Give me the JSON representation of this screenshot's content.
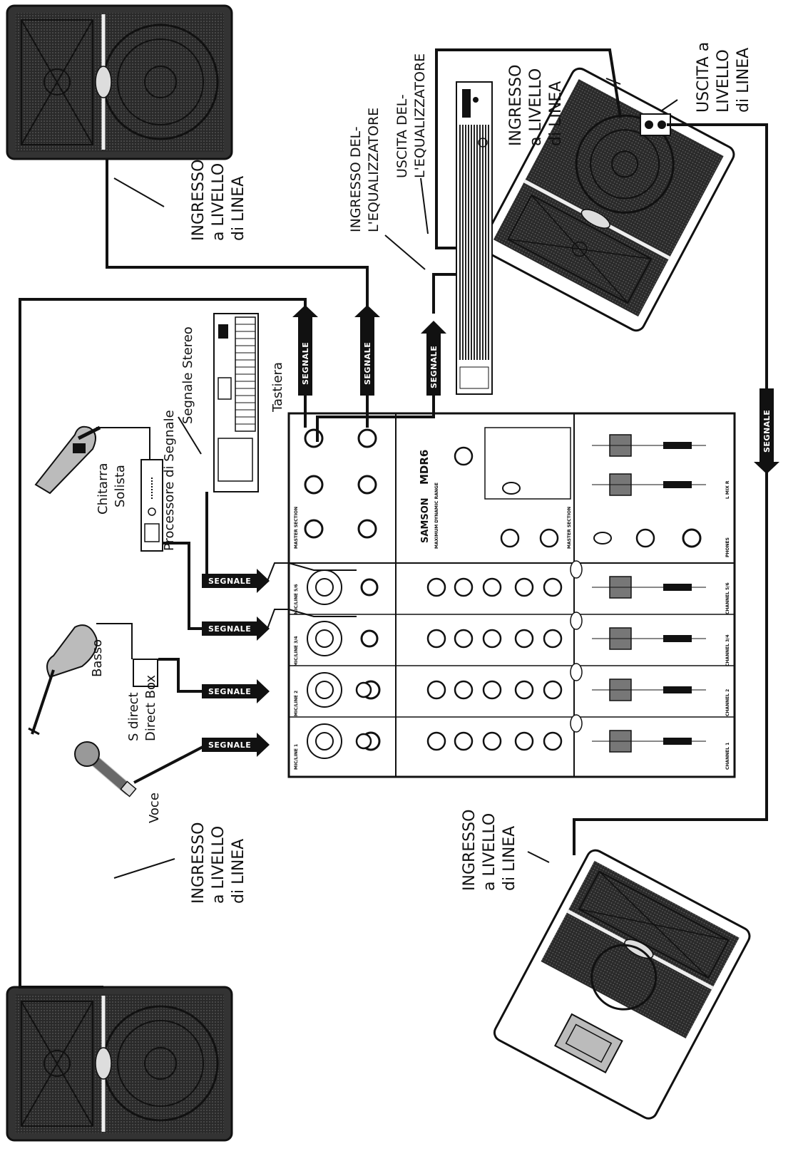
{
  "labels": {
    "ingresso_top": [
      "INGRESSO",
      "a LIVELLO",
      "di LINEA"
    ],
    "ingresso_bottom": [
      "INGRESSO",
      "a LIVELLO",
      "di LINEA"
    ],
    "ingresso_monitor_bottom": [
      "INGRESSO",
      "a LIVELLO",
      "di LINEA"
    ],
    "ingresso_monitor_top": [
      "INGRESSO",
      "a LIVELLO",
      "di LINEA"
    ],
    "uscita_monitor": [
      "USCITA a",
      "LIVELLO",
      "di LINEA"
    ],
    "ingresso_eq": [
      "INGRESSO DEL-",
      "L'EQUALIZZATORE"
    ],
    "uscita_eq": [
      "USCITA DEL-",
      "L'EQUALIZZATORE"
    ],
    "segnale_stereo": "Segnale Stereo",
    "processore": "Processore di Segnale",
    "chitarra": [
      "Chitarra",
      "Solista"
    ],
    "tastiera": "Tastiera",
    "basso": "Basso",
    "direct_box": [
      "S direct",
      "Direct Box"
    ],
    "voce": "Voce"
  },
  "signal_label": "SEGNALE",
  "mixer": {
    "brand": "SAMSON",
    "model": "MDR6",
    "tagline": "MAXIMUM DYNAMIC RANGE",
    "master_section": "MASTER SECTION",
    "inputs": [
      "MIC/LINE 1",
      "MIC/LINE 2",
      "MIC/LINE 3/4",
      "MIC/LINE 5/6"
    ],
    "channels": [
      "CHANNEL 1",
      "CHANNEL 2",
      "CHANNEL 3/4",
      "CHANNEL 5/6"
    ],
    "mix": "L   MIX   R",
    "phones": "PHONES"
  }
}
